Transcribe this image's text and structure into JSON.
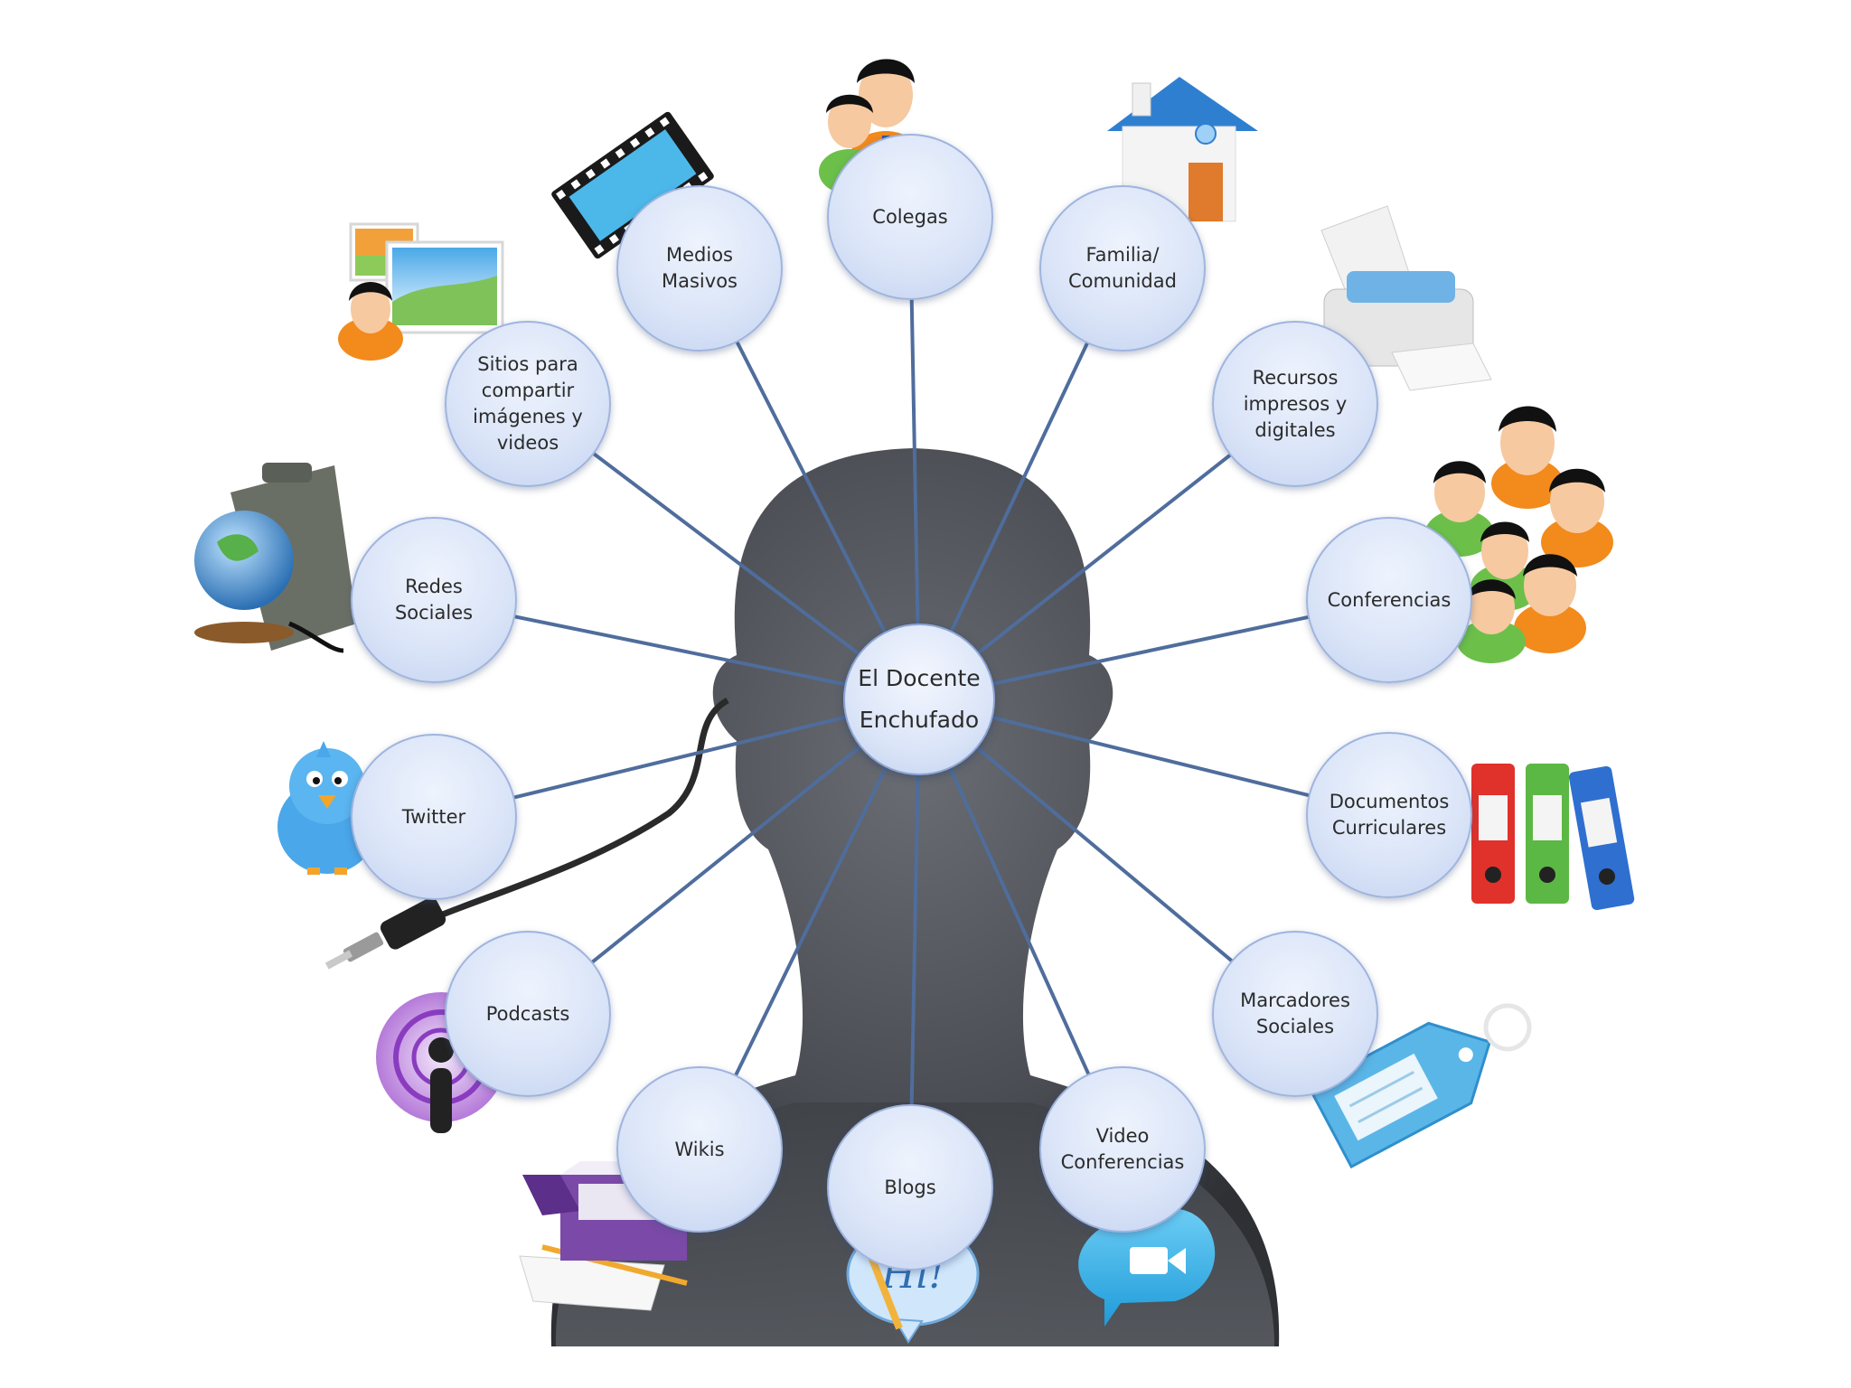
{
  "center": {
    "label": "El Docente\nEnchufado"
  },
  "nodes": [
    {
      "id": "colegas",
      "label": "Colegas",
      "icon": "colleagues-icon"
    },
    {
      "id": "familia",
      "label": "Familia/\nComunidad",
      "icon": "house-icon"
    },
    {
      "id": "recursos",
      "label": "Recursos\nimpresos y\ndigitales",
      "icon": "printer-icon"
    },
    {
      "id": "conferencias",
      "label": "Conferencias",
      "icon": "audience-icon"
    },
    {
      "id": "documentos",
      "label": "Documentos\nCurriculares",
      "icon": "binders-icon"
    },
    {
      "id": "marcadores",
      "label": "Marcadores\nSociales",
      "icon": "tag-icon"
    },
    {
      "id": "video",
      "label": "Video\nConferencias",
      "icon": "video-chat-icon"
    },
    {
      "id": "blogs",
      "label": "Blogs",
      "icon": "blog-bubble-icon"
    },
    {
      "id": "wikis",
      "label": "Wikis",
      "icon": "wiki-box-icon"
    },
    {
      "id": "podcasts",
      "label": "Podcasts",
      "icon": "podcast-icon"
    },
    {
      "id": "twitter",
      "label": "Twitter",
      "icon": "bird-icon"
    },
    {
      "id": "redes",
      "label": "Redes\nSociales",
      "icon": "globe-bag-icon"
    },
    {
      "id": "sitios",
      "label": "Sitios para\ncompartir\nimágenes y\nvideos",
      "icon": "photos-icon"
    },
    {
      "id": "medios",
      "label": "Medios\nMasivos",
      "icon": "film-icon"
    }
  ],
  "colors": {
    "node_fill": "#dbe5f8",
    "node_border": "#9fb4de",
    "connector": "#4f6d9c",
    "silhouette": "#474a50"
  }
}
